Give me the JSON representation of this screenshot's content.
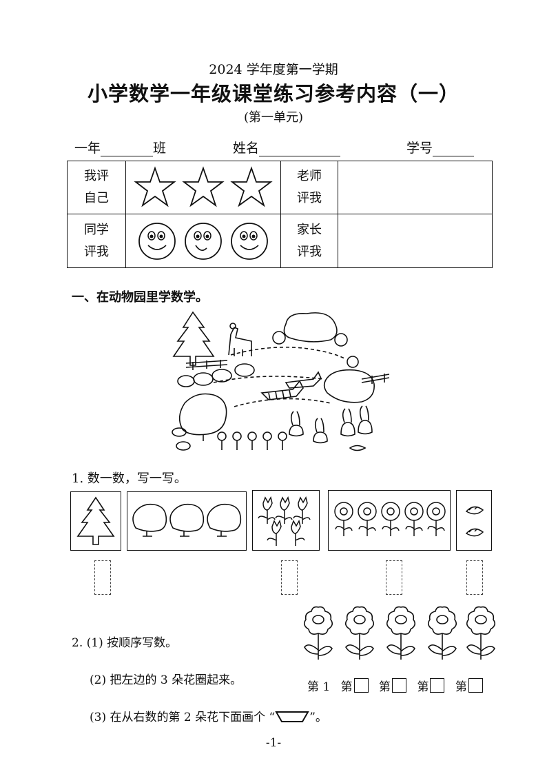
{
  "header": {
    "year_term": "2024 学年度第一学期",
    "title": "小学数学一年级课堂练习参考内容（一）",
    "subtitle": "(第一单元)"
  },
  "student_info": {
    "grade_prefix": "一年",
    "class_label": "班",
    "name_label": "姓名",
    "number_label": "学号"
  },
  "evaluation": {
    "self_line1": "我评",
    "self_line2": "自己",
    "teacher_line1": "老师",
    "teacher_line2": "评我",
    "classmate_line1": "同学",
    "classmate_line2": "评我",
    "parent_line1": "家长",
    "parent_line2": "评我"
  },
  "section1": {
    "heading": "一、在动物园里学数学。",
    "q1": "1. 数一数，写一写。",
    "q2_num": "2. ",
    "q2_1": "(1)  按顺序写数。",
    "q2_2": "(2)  把左边的 3 朵花圈起来。",
    "q2_3a": "(3)  在从右数的第 2 朵花下面画个 “",
    "q2_3b": "”。",
    "order_first": "第 1",
    "order_prefix": "第"
  },
  "footer": {
    "page_number": "-1-"
  }
}
